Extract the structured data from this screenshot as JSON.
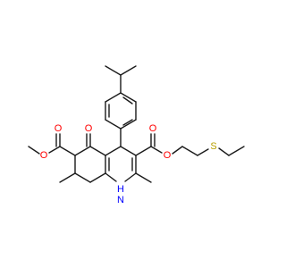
{
  "diagram": {
    "type": "chemical-structure",
    "atom_labels": {
      "ester_o_carbonyl_left": "O",
      "ester_o_single_left": "O",
      "ketone_o": "O",
      "ester_o_carbonyl_right": "O",
      "ester_o_single_right": "O",
      "sulfur": "S",
      "amine": "NH",
      "amine_h": "H",
      "amine_n": "N"
    },
    "colors": {
      "bond": "#1a1a1a",
      "oxygen": "#ff0000",
      "sulfur": "#b8a000",
      "nitrogen": "#0000ff"
    }
  }
}
